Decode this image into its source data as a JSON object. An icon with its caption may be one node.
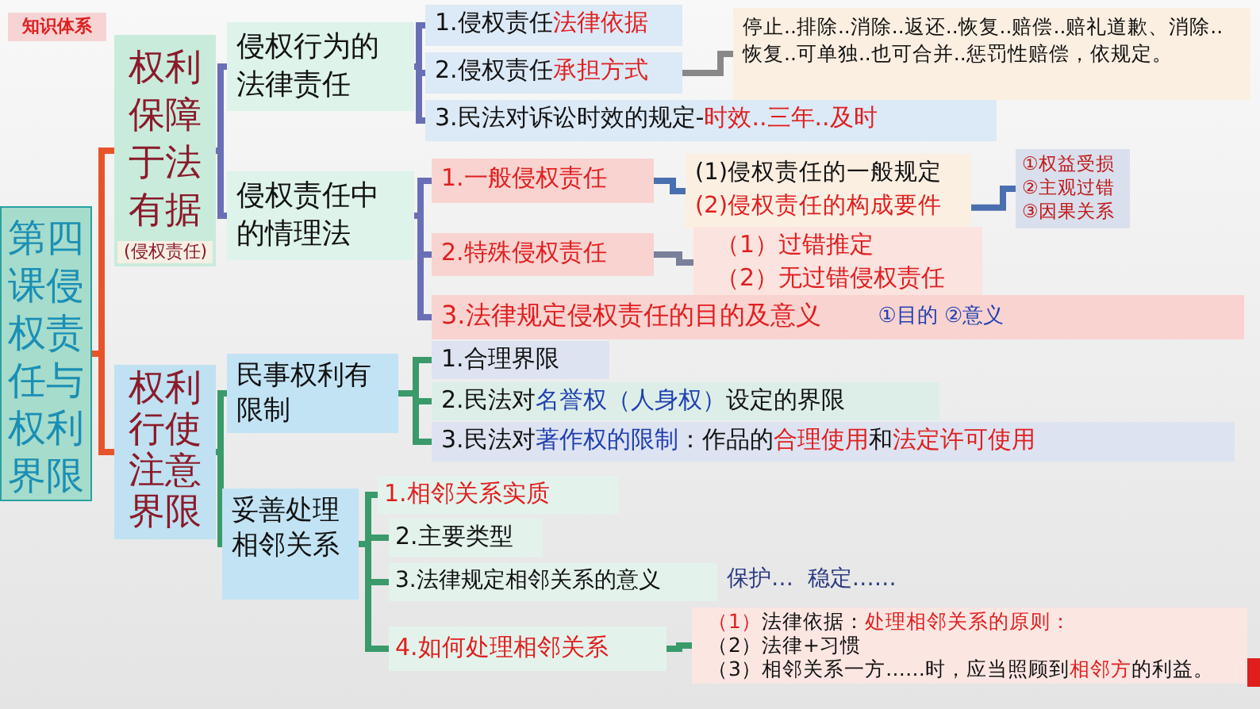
{
  "diagram": {
    "nodes": [
      {
        "text": [
          "第四课侵权责任与权利界限"
        ]
      },
      {
        "text": [
          "权利保障于法有据",
          "(侵权责任)"
        ]
      },
      {
        "text": [
          "侵权行为的法律责任"
        ]
      },
      {
        "text": [
          "1.侵权责任**法律依据**"
        ]
      },
      {
        "text": [
          "2.侵权责任**承担方式**"
        ]
      },
      {
        "text": [
          "停止..排除..消除..返还..恢复..赔偿..赔礼道歉、消除..恢复..可单独..也可合并..惩罚性赔偿，依规定。"
        ]
      },
      {
        "text": [
          "3.民法对诉讼时效的规定-**时效..三年..及时**"
        ]
      },
      {
        "text": [
          "侵权责任中的情理法"
        ]
      },
      {
        "text": [
          "1.一般侵权责任"
        ]
      },
      {
        "text": [
          "(1)侵权责任的一般规定",
          "(2)侵权责任的构成要件"
        ]
      },
      {
        "text": [
          "①权益受损",
          "②主观过错",
          "③因果关系"
        ]
      },
      {
        "text": [
          "2.特殊侵权责任"
        ]
      },
      {
        "text": [
          "（1）过错推定",
          "（2）无过错侵权责任"
        ]
      },
      {
        "text": [
          "3.法律规定侵权责任的目的及意义",
          "①目的 ②意义"
        ]
      },
      {
        "text": [
          "权利行使注意界限"
        ]
      },
      {
        "text": [
          "民事权利有限制"
        ]
      },
      {
        "text": [
          "1.合理界限"
        ]
      },
      {
        "text": [
          "2.民法对**名誉权（人身权）**设定的界限"
        ]
      },
      {
        "text": [
          "3.民法对**著作权的限制**：作品的**合理使用**和**法定许可使用**"
        ]
      },
      {
        "text": [
          "妥善处理相邻关系"
        ]
      },
      {
        "text": [
          "1.相邻关系实质"
        ]
      },
      {
        "text": [
          "2.主要类型"
        ]
      },
      {
        "text": [
          "3.法律规定相邻关系的意义"
        ],
        "beside": [
          "保护…  稳定……"
        ]
      },
      {
        "text": [
          "4.如何处理相邻关系"
        ]
      },
      {
        "text": [
          "**（1）**法律依据：**处理相邻关系的原则：**",
          "（2）法律+习惯",
          "（3）相邻关系一方……时，应当照顾到**相邻方**的利益。"
        ]
      }
    ],
    "edges": [
      {
        "from": 0,
        "to": 1,
        "arrow": "none",
        "color": "#e8542a"
      },
      {
        "from": 0,
        "to": 14,
        "arrow": "none",
        "color": "#e8542a"
      },
      {
        "from": 1,
        "to": 2,
        "arrow": "none",
        "color": "#6a6fb5"
      },
      {
        "from": 1,
        "to": 7,
        "arrow": "none",
        "color": "#6a6fb5"
      },
      {
        "from": 2,
        "to": 3,
        "arrow": "none",
        "color": "#6a6fb5"
      },
      {
        "from": 2,
        "to": 4,
        "arrow": "none",
        "color": "#6a6fb5"
      },
      {
        "from": 2,
        "to": 6,
        "arrow": "none",
        "color": "#6a6fb5"
      },
      {
        "from": 4,
        "to": 5,
        "arrow": "none",
        "color": "#888888"
      },
      {
        "from": 7,
        "to": 8,
        "arrow": "none",
        "color": "#6a6fb5"
      },
      {
        "from": 7,
        "to": 11,
        "arrow": "none",
        "color": "#6a6fb5"
      },
      {
        "from": 7,
        "to": 13,
        "arrow": "none",
        "color": "#6a6fb5"
      },
      {
        "from": 8,
        "to": 9,
        "arrow": "none",
        "color": "#4a6fb0"
      },
      {
        "from": 9,
        "to": 10,
        "arrow": "none",
        "color": "#4a6fb0"
      },
      {
        "from": 11,
        "to": 12,
        "arrow": "none",
        "color": "#7a7f9a"
      },
      {
        "from": 14,
        "to": 15,
        "arrow": "none",
        "color": "#3a9a6a"
      },
      {
        "from": 14,
        "to": 19,
        "arrow": "none",
        "color": "#3a9a6a"
      },
      {
        "from": 15,
        "to": 16,
        "arrow": "none",
        "color": "#3a9a6a"
      },
      {
        "from": 15,
        "to": 17,
        "arrow": "none",
        "color": "#3a9a6a"
      },
      {
        "from": 15,
        "to": 18,
        "arrow": "none",
        "color": "#3a9a6a"
      },
      {
        "from": 19,
        "to": 20,
        "arrow": "none",
        "color": "#3a9a6a"
      },
      {
        "from": 19,
        "to": 21,
        "arrow": "none",
        "color": "#3a9a6a"
      },
      {
        "from": 19,
        "to": 22,
        "arrow": "none",
        "color": "#3a9a6a"
      },
      {
        "from": 19,
        "to": 23,
        "arrow": "none",
        "color": "#3a9a6a"
      },
      {
        "from": 23,
        "to": 24,
        "arrow": "none",
        "color": "#3a9a6a"
      }
    ],
    "labels": [
      "知识体系"
    ]
  }
}
